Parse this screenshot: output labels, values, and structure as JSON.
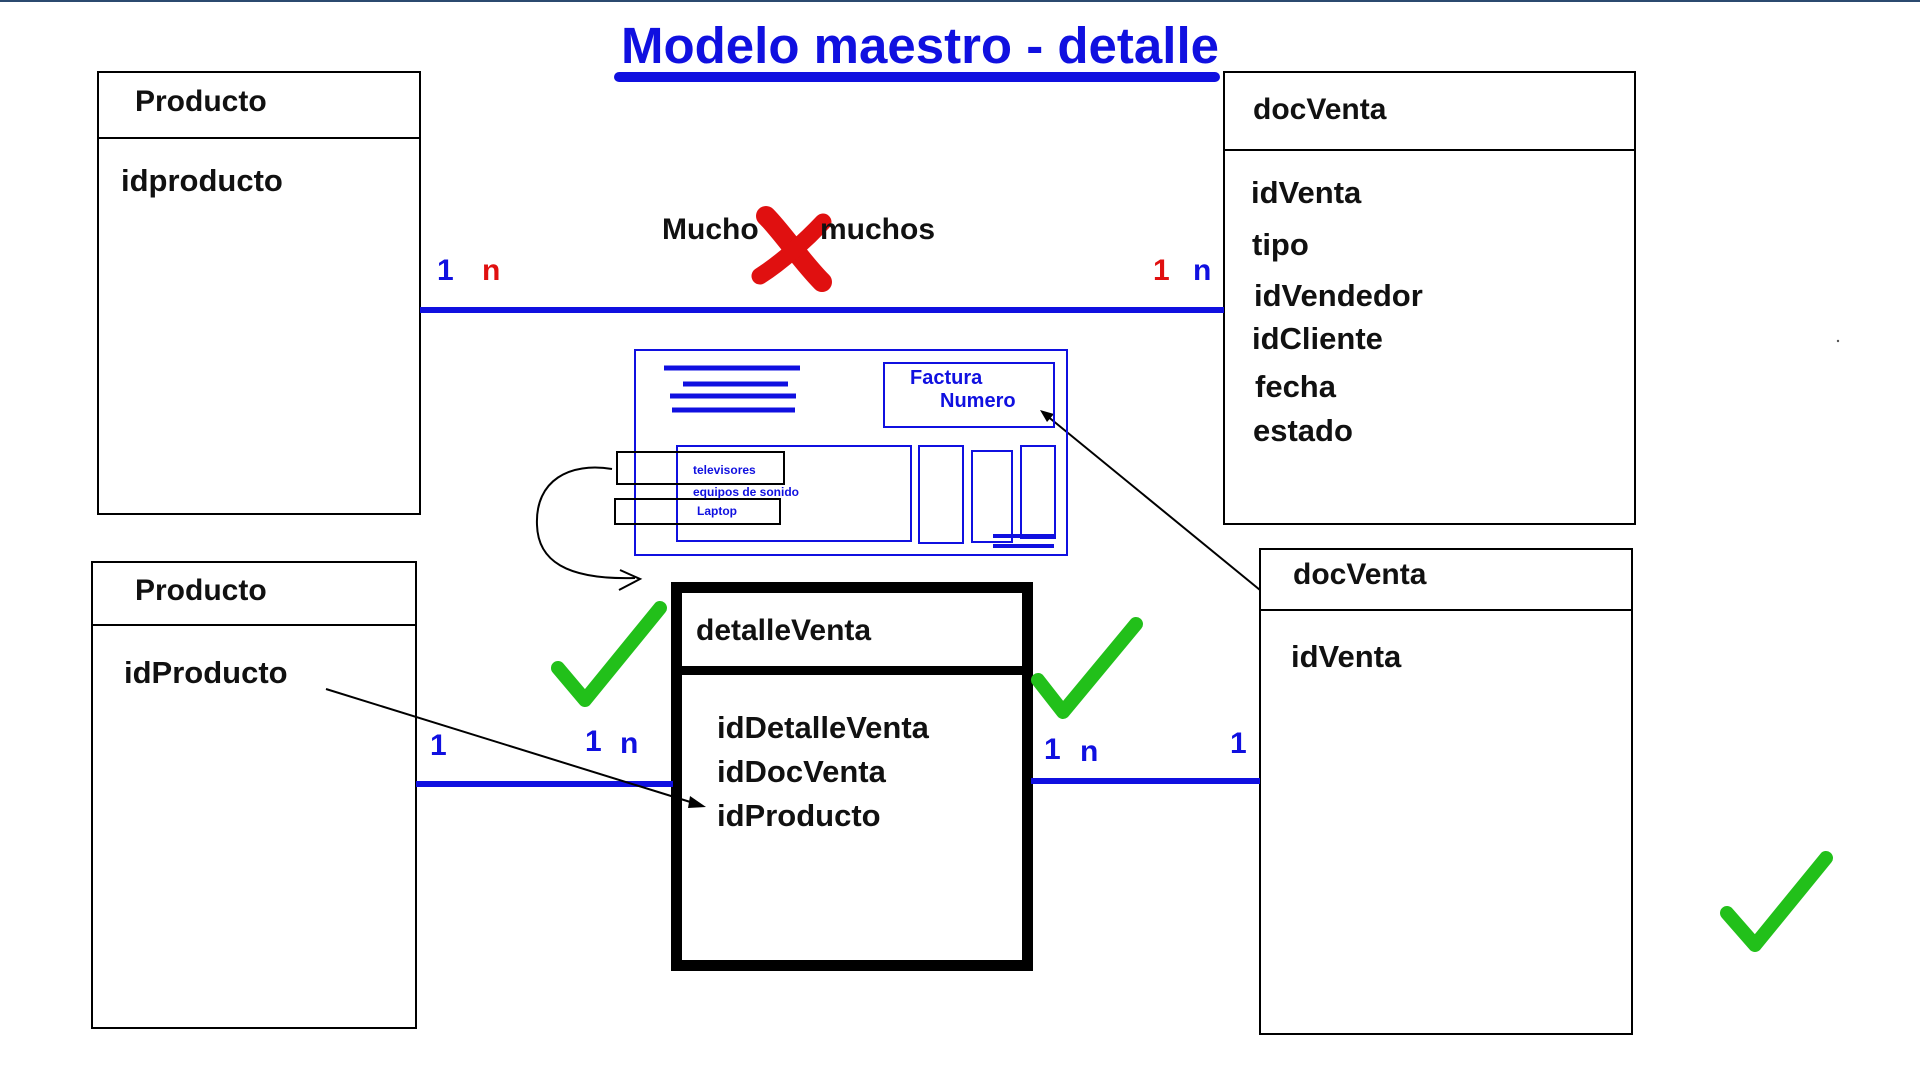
{
  "title": "Modelo maestro - detalle",
  "colors": {
    "blue": "#1010e0",
    "red": "#e01010",
    "green": "#22c01a",
    "black": "#000000"
  },
  "top_relationship": {
    "label_left": "Mucho",
    "label_right": "muchos",
    "left_cardinality": [
      "1",
      "n"
    ],
    "right_cardinality": [
      "1",
      "n"
    ],
    "rejected_icon": "red-x-icon"
  },
  "entities": {
    "producto_top": {
      "name": "Producto",
      "fields": [
        "idproducto"
      ]
    },
    "docventa_top": {
      "name": "docVenta",
      "fields": [
        "idVenta",
        "tipo",
        "idVendedor",
        "idCliente",
        "fecha",
        "estado"
      ]
    },
    "producto_bottom": {
      "name": "Producto",
      "fields": [
        "idProducto"
      ]
    },
    "detalleventa": {
      "name": "detalleVenta",
      "fields": [
        "idDetalleVenta",
        "idDocVenta",
        "idProducto"
      ]
    },
    "docventa_bottom": {
      "name": "docVenta",
      "fields": [
        "idVenta"
      ]
    }
  },
  "bottom_relationships": {
    "producto_side": "1",
    "detalle_left": [
      "1",
      "n"
    ],
    "detalle_right": [
      "1",
      "n"
    ],
    "docventa_side": "1"
  },
  "invoice_sketch": {
    "title_line1": "Factura",
    "title_line2": "Numero",
    "items": [
      "televisores",
      "equipos de sonido",
      "Laptop"
    ]
  },
  "accepted_icon": "green-check-icon"
}
